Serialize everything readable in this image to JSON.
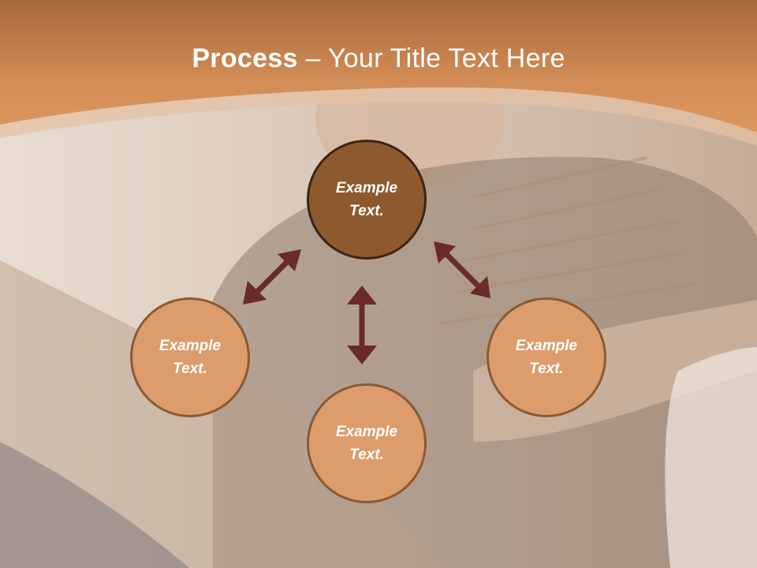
{
  "slide": {
    "title_bold": "Process",
    "title_rest": " – Your Title Text Here"
  },
  "process": {
    "nodes": [
      {
        "id": "top",
        "text": "Example Text."
      },
      {
        "id": "left",
        "text": "Example Text."
      },
      {
        "id": "bottom",
        "text": "Example Text."
      },
      {
        "id": "right",
        "text": "Example Text."
      }
    ]
  },
  "colors": {
    "header": "#cf8a50",
    "main_node": "#8c5a2e",
    "sub_node": "#dd9c6c",
    "arrow": "#6b2a2a"
  }
}
